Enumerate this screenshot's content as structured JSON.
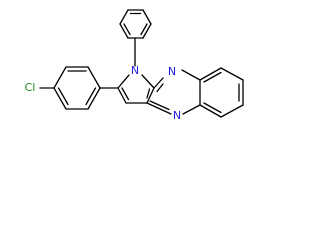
{
  "molecule": {
    "atom_labels": {
      "n1": "N",
      "n_top": "N",
      "n_bottom": "N",
      "chlorine": "Cl"
    },
    "colors": {
      "bond": "#000000",
      "nitrogen": "#2020e0",
      "chlorine": "#1e8f1e",
      "background": "#ffffff"
    }
  }
}
